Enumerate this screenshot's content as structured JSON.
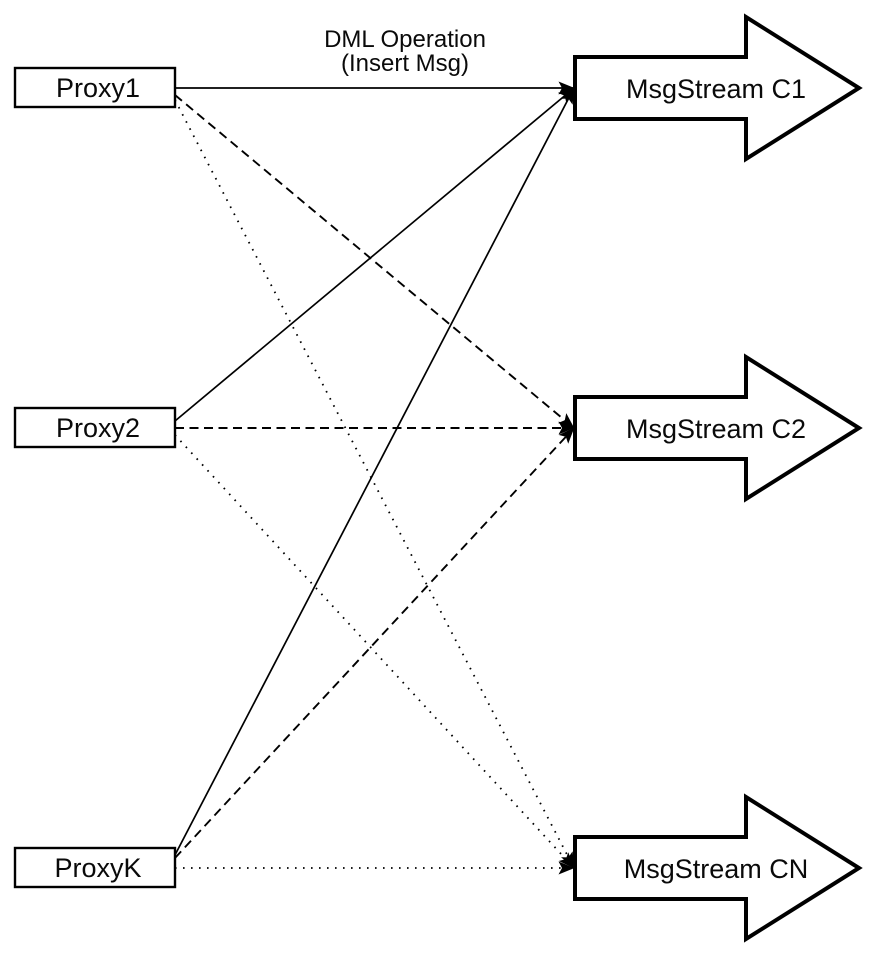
{
  "diagram": {
    "title": {
      "line1": "DML Operation",
      "line2": "(Insert Msg)"
    },
    "proxies": [
      {
        "id": "proxy1",
        "label": "Proxy1"
      },
      {
        "id": "proxy2",
        "label": "Proxy2"
      },
      {
        "id": "proxyk",
        "label": "ProxyK"
      }
    ],
    "streams": [
      {
        "id": "c1",
        "label": "MsgStream C1"
      },
      {
        "id": "c2",
        "label": "MsgStream C2"
      },
      {
        "id": "cn",
        "label": "MsgStream CN"
      }
    ],
    "edges": [
      {
        "from": "Proxy1",
        "to": "MsgStream C1",
        "line_style": "solid"
      },
      {
        "from": "Proxy1",
        "to": "MsgStream C2",
        "line_style": "dashed"
      },
      {
        "from": "Proxy1",
        "to": "MsgStream CN",
        "line_style": "dotted"
      },
      {
        "from": "Proxy2",
        "to": "MsgStream C1",
        "line_style": "solid"
      },
      {
        "from": "Proxy2",
        "to": "MsgStream C2",
        "line_style": "dashed"
      },
      {
        "from": "Proxy2",
        "to": "MsgStream CN",
        "line_style": "dotted"
      },
      {
        "from": "ProxyK",
        "to": "MsgStream C1",
        "line_style": "solid"
      },
      {
        "from": "ProxyK",
        "to": "MsgStream C2",
        "line_style": "dashed"
      },
      {
        "from": "ProxyK",
        "to": "MsgStream CN",
        "line_style": "dotted"
      }
    ],
    "colors": {
      "line": "#000000",
      "shape_fill": "#ffffff",
      "background": "#ffffff"
    }
  }
}
